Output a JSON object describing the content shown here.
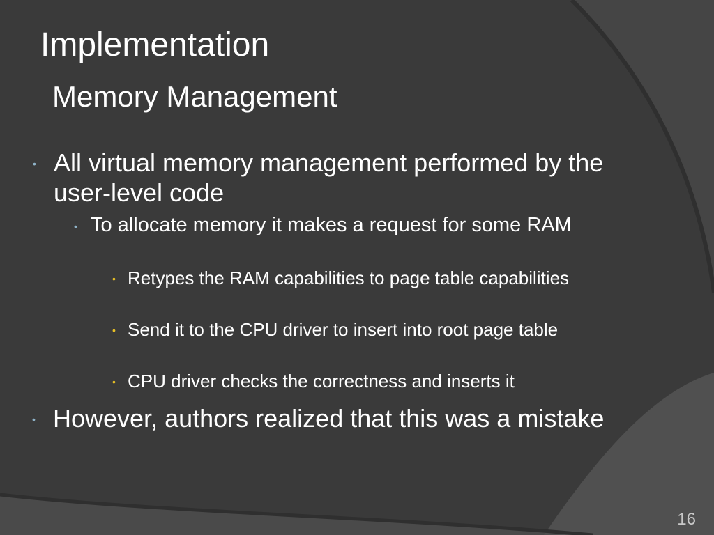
{
  "slide": {
    "title": "Implementation",
    "subtitle": "Memory Management",
    "bullets": [
      {
        "level": 1,
        "text": "All virtual memory management performed by the user-level code"
      },
      {
        "level": 2,
        "text": "To allocate memory it makes a request for some RAM"
      },
      {
        "level": 3,
        "text": "Retypes the RAM capabilities to page table capabilities"
      },
      {
        "level": 3,
        "text": "Send it to the CPU driver to insert into root page table"
      },
      {
        "level": 3,
        "text": "CPU driver checks the correctness and inserts it"
      },
      {
        "level": 1,
        "text": "However, authors realized that this was a mistake"
      }
    ],
    "page_number": "16"
  },
  "colors": {
    "background": "#3c3c3c",
    "arc_background": "#444444",
    "text": "#ffffff",
    "level_1_2_bullet": "#8fb3c8",
    "level_3_bullet": "#e8c025",
    "page_number": "#c8c8c8"
  },
  "icons": {
    "level_1_2_bullet": "bullet-dot-icon",
    "level_3_bullet": "bullet-dot-icon"
  }
}
